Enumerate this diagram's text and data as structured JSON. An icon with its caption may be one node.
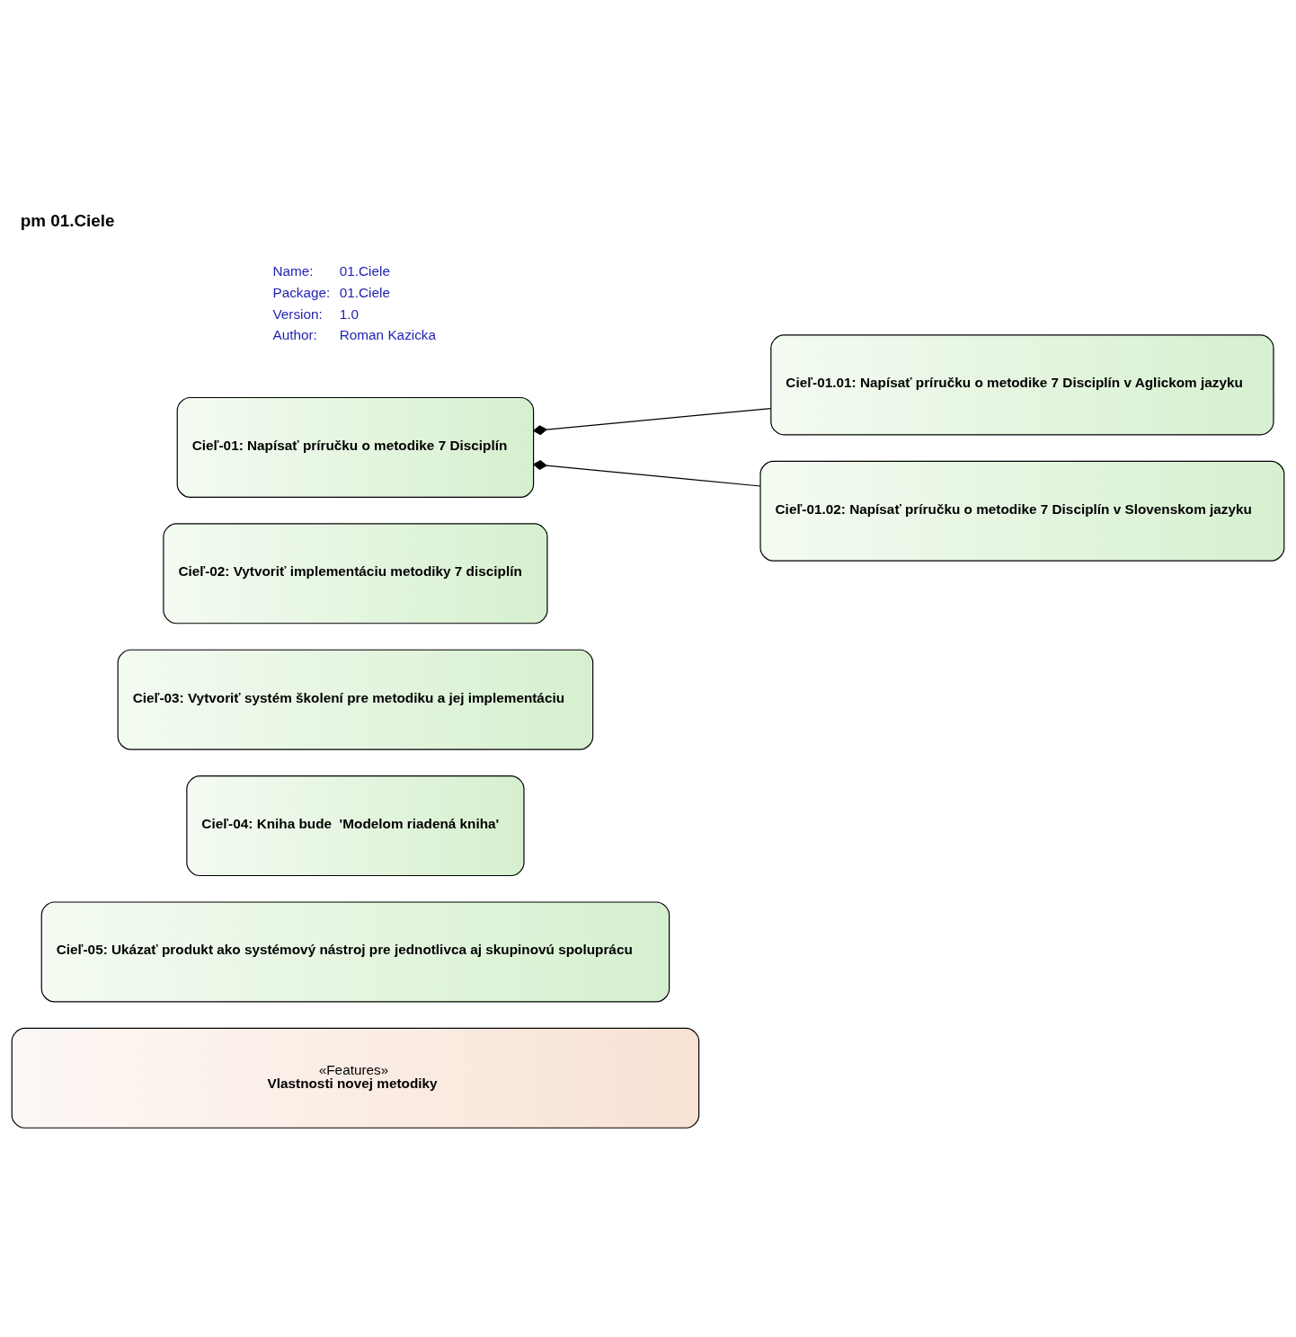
{
  "diagram": {
    "title": "pm 01.Ciele",
    "nodes": [
      {
        "text": [
          "Cieľ-01: Napísať príručku o metodike 7 Disciplín"
        ]
      },
      {
        "text": [
          "Cieľ-01.01: Napísať príručku o metodike 7 Disciplín v Aglickom jazyku"
        ]
      },
      {
        "text": [
          "Cieľ-01.02: Napísať príručku o metodike 7 Disciplín v Slovenskom jazyku"
        ]
      },
      {
        "text": [
          "Cieľ-02: Vytvoriť implementáciu metodiky 7 disciplín"
        ]
      },
      {
        "text": [
          "Cieľ-03: Vytvoriť systém školení pre metodiku a jej implementáciu"
        ]
      },
      {
        "text": [
          "Cieľ-04: Kniha bude  'Modelom riadená kniha'"
        ]
      },
      {
        "text": [
          "Cieľ-05: Ukázať produkt ako systémový nástroj pre jednotlivca aj skupinovú spoluprácu"
        ]
      },
      {
        "text": [
          "«Features»",
          "Vlastnosti novej metodiky"
        ]
      }
    ],
    "edges": [
      {
        "from": 1,
        "to": 0,
        "arrow": "other"
      },
      {
        "from": 2,
        "to": 0,
        "arrow": "other"
      }
    ],
    "labels": [
      "Name:",
      "01.Ciele",
      "Package:",
      "01.Ciele",
      "Version:",
      "1.0",
      "Author:",
      "Roman Kazicka"
    ]
  }
}
